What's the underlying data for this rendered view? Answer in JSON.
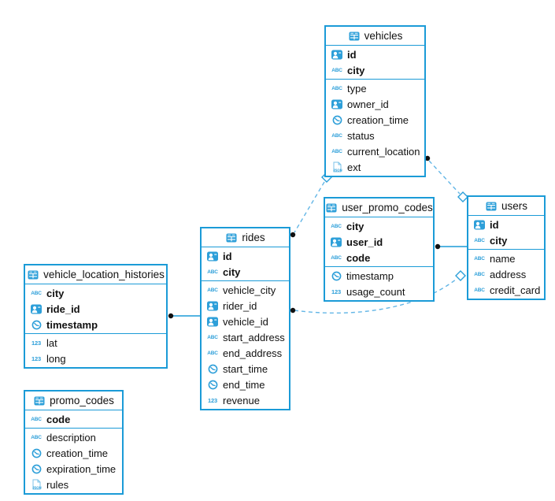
{
  "diagram": {
    "tables": [
      {
        "id": "vehicles",
        "name": "vehicles",
        "icon": "table-icon",
        "key_columns": [
          {
            "name": "id",
            "icon": "user-id-icon"
          },
          {
            "name": "city",
            "icon": "text-icon"
          }
        ],
        "columns": [
          {
            "name": "type",
            "icon": "text-icon"
          },
          {
            "name": "owner_id",
            "icon": "user-id-icon"
          },
          {
            "name": "creation_time",
            "icon": "clock-icon"
          },
          {
            "name": "status",
            "icon": "text-icon"
          },
          {
            "name": "current_location",
            "icon": "text-icon"
          },
          {
            "name": "ext",
            "icon": "json-icon"
          }
        ]
      },
      {
        "id": "user_promo_codes",
        "name": "user_promo_codes",
        "icon": "table-icon",
        "key_columns": [
          {
            "name": "city",
            "icon": "text-icon"
          },
          {
            "name": "user_id",
            "icon": "user-id-icon"
          },
          {
            "name": "code",
            "icon": "text-icon"
          }
        ],
        "columns": [
          {
            "name": "timestamp",
            "icon": "clock-icon"
          },
          {
            "name": "usage_count",
            "icon": "number-icon"
          }
        ]
      },
      {
        "id": "users",
        "name": "users",
        "icon": "table-icon",
        "key_columns": [
          {
            "name": "id",
            "icon": "user-id-icon"
          },
          {
            "name": "city",
            "icon": "text-icon"
          }
        ],
        "columns": [
          {
            "name": "name",
            "icon": "text-icon"
          },
          {
            "name": "address",
            "icon": "text-icon"
          },
          {
            "name": "credit_card",
            "icon": "text-icon"
          }
        ]
      },
      {
        "id": "rides",
        "name": "rides",
        "icon": "table-icon",
        "key_columns": [
          {
            "name": "id",
            "icon": "user-id-icon"
          },
          {
            "name": "city",
            "icon": "text-icon"
          }
        ],
        "columns": [
          {
            "name": "vehicle_city",
            "icon": "text-icon"
          },
          {
            "name": "rider_id",
            "icon": "user-id-icon"
          },
          {
            "name": "vehicle_id",
            "icon": "user-id-icon"
          },
          {
            "name": "start_address",
            "icon": "text-icon"
          },
          {
            "name": "end_address",
            "icon": "text-icon"
          },
          {
            "name": "start_time",
            "icon": "clock-icon"
          },
          {
            "name": "end_time",
            "icon": "clock-icon"
          },
          {
            "name": "revenue",
            "icon": "number-icon"
          }
        ]
      },
      {
        "id": "vehicle_location_histories",
        "name": "vehicle_location_histories",
        "icon": "table-icon",
        "key_columns": [
          {
            "name": "city",
            "icon": "text-icon"
          },
          {
            "name": "ride_id",
            "icon": "user-id-icon"
          },
          {
            "name": "timestamp",
            "icon": "clock-icon"
          }
        ],
        "columns": [
          {
            "name": "lat",
            "icon": "number-icon"
          },
          {
            "name": "long",
            "icon": "number-icon"
          }
        ]
      },
      {
        "id": "promo_codes",
        "name": "promo_codes",
        "icon": "table-icon",
        "key_columns": [
          {
            "name": "code",
            "icon": "text-icon"
          }
        ],
        "columns": [
          {
            "name": "description",
            "icon": "text-icon"
          },
          {
            "name": "creation_time",
            "icon": "clock-icon"
          },
          {
            "name": "expiration_time",
            "icon": "clock-icon"
          },
          {
            "name": "rules",
            "icon": "json-icon"
          }
        ]
      }
    ],
    "relations": [
      {
        "id": "rides-to-vehicles",
        "from": "rides",
        "to": "vehicles",
        "line": "dashed"
      },
      {
        "id": "vehicles-to-users",
        "from": "vehicles",
        "to": "users",
        "line": "dashed"
      },
      {
        "id": "user_promo_codes-to-users",
        "from": "user_promo_codes",
        "to": "users",
        "line": "solid"
      },
      {
        "id": "rides-to-users",
        "from": "rides",
        "to": "users",
        "line": "dashed"
      },
      {
        "id": "vehicle_location_histories-to-rides",
        "from": "vehicle_location_histories",
        "to": "rides",
        "line": "solid"
      }
    ],
    "colors": {
      "table_border": "#1b9bd7",
      "icon_blue": "#2d9fd9",
      "dashed_line": "#63b6e6",
      "solid_line": "#1b9bd7",
      "connector_dot": "#111111",
      "text": "#111111"
    }
  }
}
